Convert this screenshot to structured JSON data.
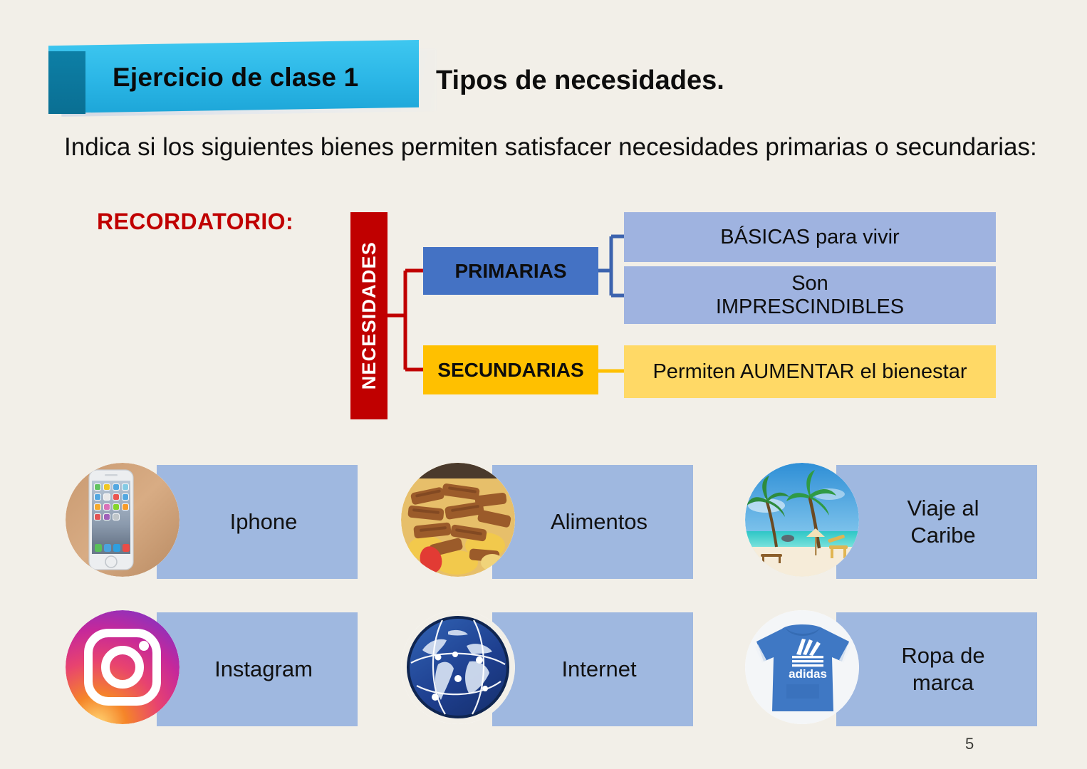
{
  "slide": {
    "background_color": "#F2EFE8",
    "page_number": "5"
  },
  "header": {
    "banner_label": "Ejercicio de clase 1",
    "title": "Tipos de  necesidades.",
    "banner_color": "#2BB6E6",
    "banner_tab_color": "#0D7FA6"
  },
  "body": {
    "instruction": "Indica si los siguientes bienes permiten satisfacer necesidades primarias o secundarias:",
    "reminder_label": "RECORDATORIO:",
    "reminder_color": "#C00000"
  },
  "diagram": {
    "root": {
      "label": "NECESIDADES",
      "color": "#C00000",
      "text_color": "#FFFFFF"
    },
    "branches": [
      {
        "label": "PRIMARIAS",
        "color": "#4472C4",
        "connector_color": "#4472C4",
        "details": [
          {
            "label": "BÁSICAS para vivir",
            "color": "#9FB3E0"
          },
          {
            "label": "Son IMPRESCINDIBLES",
            "color": "#9FB3E0"
          }
        ]
      },
      {
        "label": "SECUNDARIAS",
        "color": "#FFC000",
        "connector_color": "#FFC000",
        "details": [
          {
            "label": "Permiten AUMENTAR el bienestar",
            "color": "#FFD966"
          }
        ]
      }
    ],
    "detail_lines": {
      "basicas": "BÁSICAS para vivir",
      "imprescindibles_line1": "Son",
      "imprescindibles_line2": "IMPRESCINDIBLES",
      "aumentar": "Permiten AUMENTAR el bienestar"
    }
  },
  "items": {
    "plate_color": "#9FB8E0",
    "list": [
      {
        "label": "Iphone",
        "icon": "iphone-photo-icon"
      },
      {
        "label": "Alimentos",
        "icon": "food-plate-photo-icon"
      },
      {
        "label": "Viaje al Caribe",
        "label_line1": "Viaje al",
        "label_line2": "Caribe",
        "icon": "beach-palm-photo-icon"
      },
      {
        "label": "Instagram",
        "icon": "instagram-logo-icon"
      },
      {
        "label": "Internet",
        "icon": "globe-network-icon"
      },
      {
        "label": "Ropa de marca",
        "label_line1": "Ropa de",
        "label_line2": "marca",
        "icon": "adidas-hoodie-photo-icon"
      }
    ]
  }
}
